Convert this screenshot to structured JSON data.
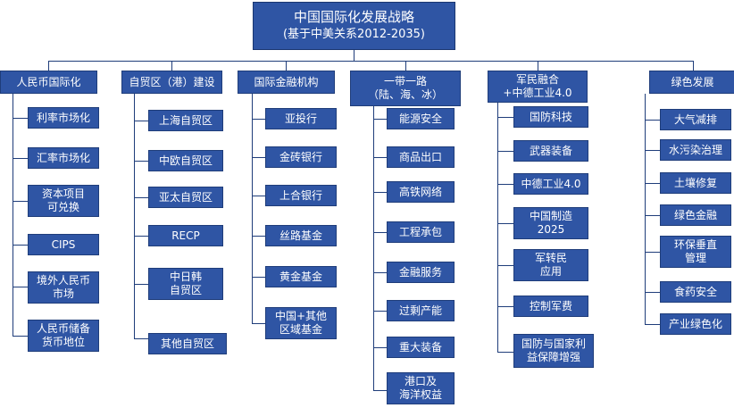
{
  "root": {
    "title": "中国国际化发展战略",
    "subtitle": "(基于中美关系2012-2035)"
  },
  "categories": [
    {
      "label": "人民币国际化",
      "items": [
        "利率市场化",
        "汇率市场化",
        "资本项目\n可兑换",
        "CIPS",
        "境外人民币\n市场",
        "人民币储备\n货币地位"
      ]
    },
    {
      "label": "自贸区（港）建设",
      "items": [
        "上海自贸区",
        "中欧自贸区",
        "亚太自贸区",
        "RECP",
        "中日韩\n自贸区",
        "其他自贸区"
      ]
    },
    {
      "label": "国际金融机构",
      "items": [
        "亚投行",
        "金砖银行",
        "上合银行",
        "丝路基金",
        "黄金基金",
        "中国+其他\n区域基金"
      ]
    },
    {
      "label": "一带一路\n（陆、海、冰）",
      "items": [
        "能源安全",
        "商品出口",
        "高铁网络",
        "工程承包",
        "金融服务",
        "过剩产能",
        "重大装备",
        "港口及\n海洋权益"
      ]
    },
    {
      "label": "军民融合\n+中德工业4.0",
      "items": [
        "国防科技",
        "武器装备",
        "中德工业4.0",
        "中国制造\n2025",
        "军转民\n应用",
        "控制军费",
        "国防与国家利\n益保障增强"
      ]
    },
    {
      "label": "绿色发展",
      "items": [
        "大气减排",
        "水污染治理",
        "土壤修复",
        "绿色金融",
        "环保垂直\n管理",
        "食药安全",
        "产业绿色化"
      ]
    }
  ],
  "colors": {
    "box_fill": "#2f55a4",
    "connector": "#1f3d7a",
    "text": "#ffffff"
  }
}
